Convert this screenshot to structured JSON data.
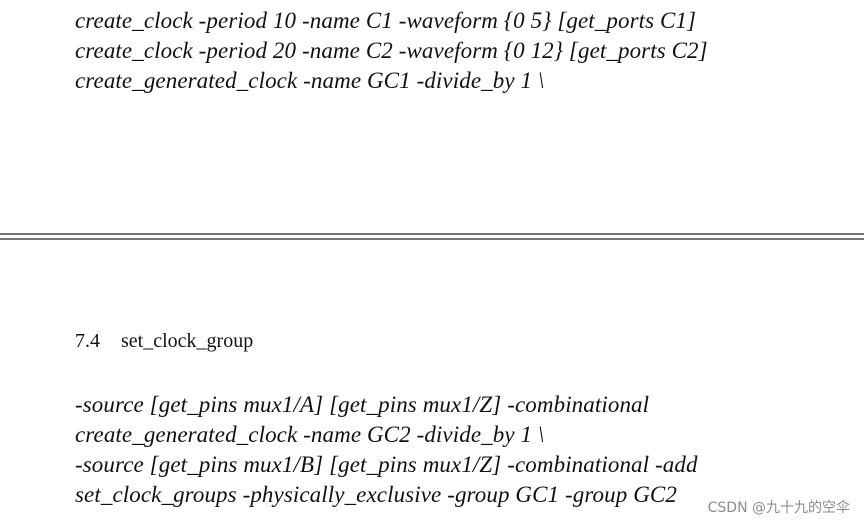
{
  "top_block": {
    "lines": [
      "create_clock -period 10 -name C1 -waveform {0 5} [get_ports C1]",
      "create_clock -period 20 -name C2 -waveform {0 12} [get_ports C2]",
      "create_generated_clock -name GC1 -divide_by 1 \\"
    ]
  },
  "section": {
    "number": "7.4",
    "title": "set_clock_group"
  },
  "bottom_block": {
    "lines": [
      "-source [get_pins mux1/A] [get_pins mux1/Z] -combinational",
      "create_generated_clock -name GC2 -divide_by 1 \\",
      "-source [get_pins mux1/B] [get_pins mux1/Z] -combinational -add",
      "set_clock_groups -physically_exclusive -group GC1 -group GC2"
    ]
  },
  "watermark": "CSDN @九十九的空伞"
}
